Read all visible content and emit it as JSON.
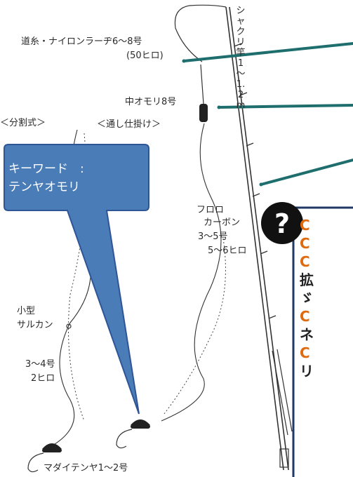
{
  "labels": {
    "michiito_line1": "道糸・ナイロンラーヂ6～8号",
    "michiito_line2": "(50ヒロ)",
    "naka_omori": "中オモリ8号",
    "bunkatsu": "＜分割式＞",
    "tooshi": "＜通し仕掛け＞",
    "shakuzao": "シャクリ竿1～1.2m",
    "fluoro_1": "フロロ",
    "fluoro_2": "カーボン",
    "fluoro_3": "3～5号",
    "fluoro_4": "5～6ヒロ",
    "kogata_1": "小型",
    "kogata_2": "サルカン",
    "size_1": "3～4号",
    "size_2": "2ヒロ",
    "madai": "マダイテンヤ1～2号"
  },
  "callout": {
    "line1": "キーワード　:",
    "line2": "テンヤオモリ",
    "fill": "#4a7cb8"
  },
  "question_box": {
    "icon": "question-mark-icon",
    "chars": [
      "C",
      "C",
      "C",
      "拡",
      "ゞ",
      "C",
      "ネ",
      "C",
      "リ"
    ],
    "accent": "#e06a0e",
    "border": "#1f3864"
  }
}
